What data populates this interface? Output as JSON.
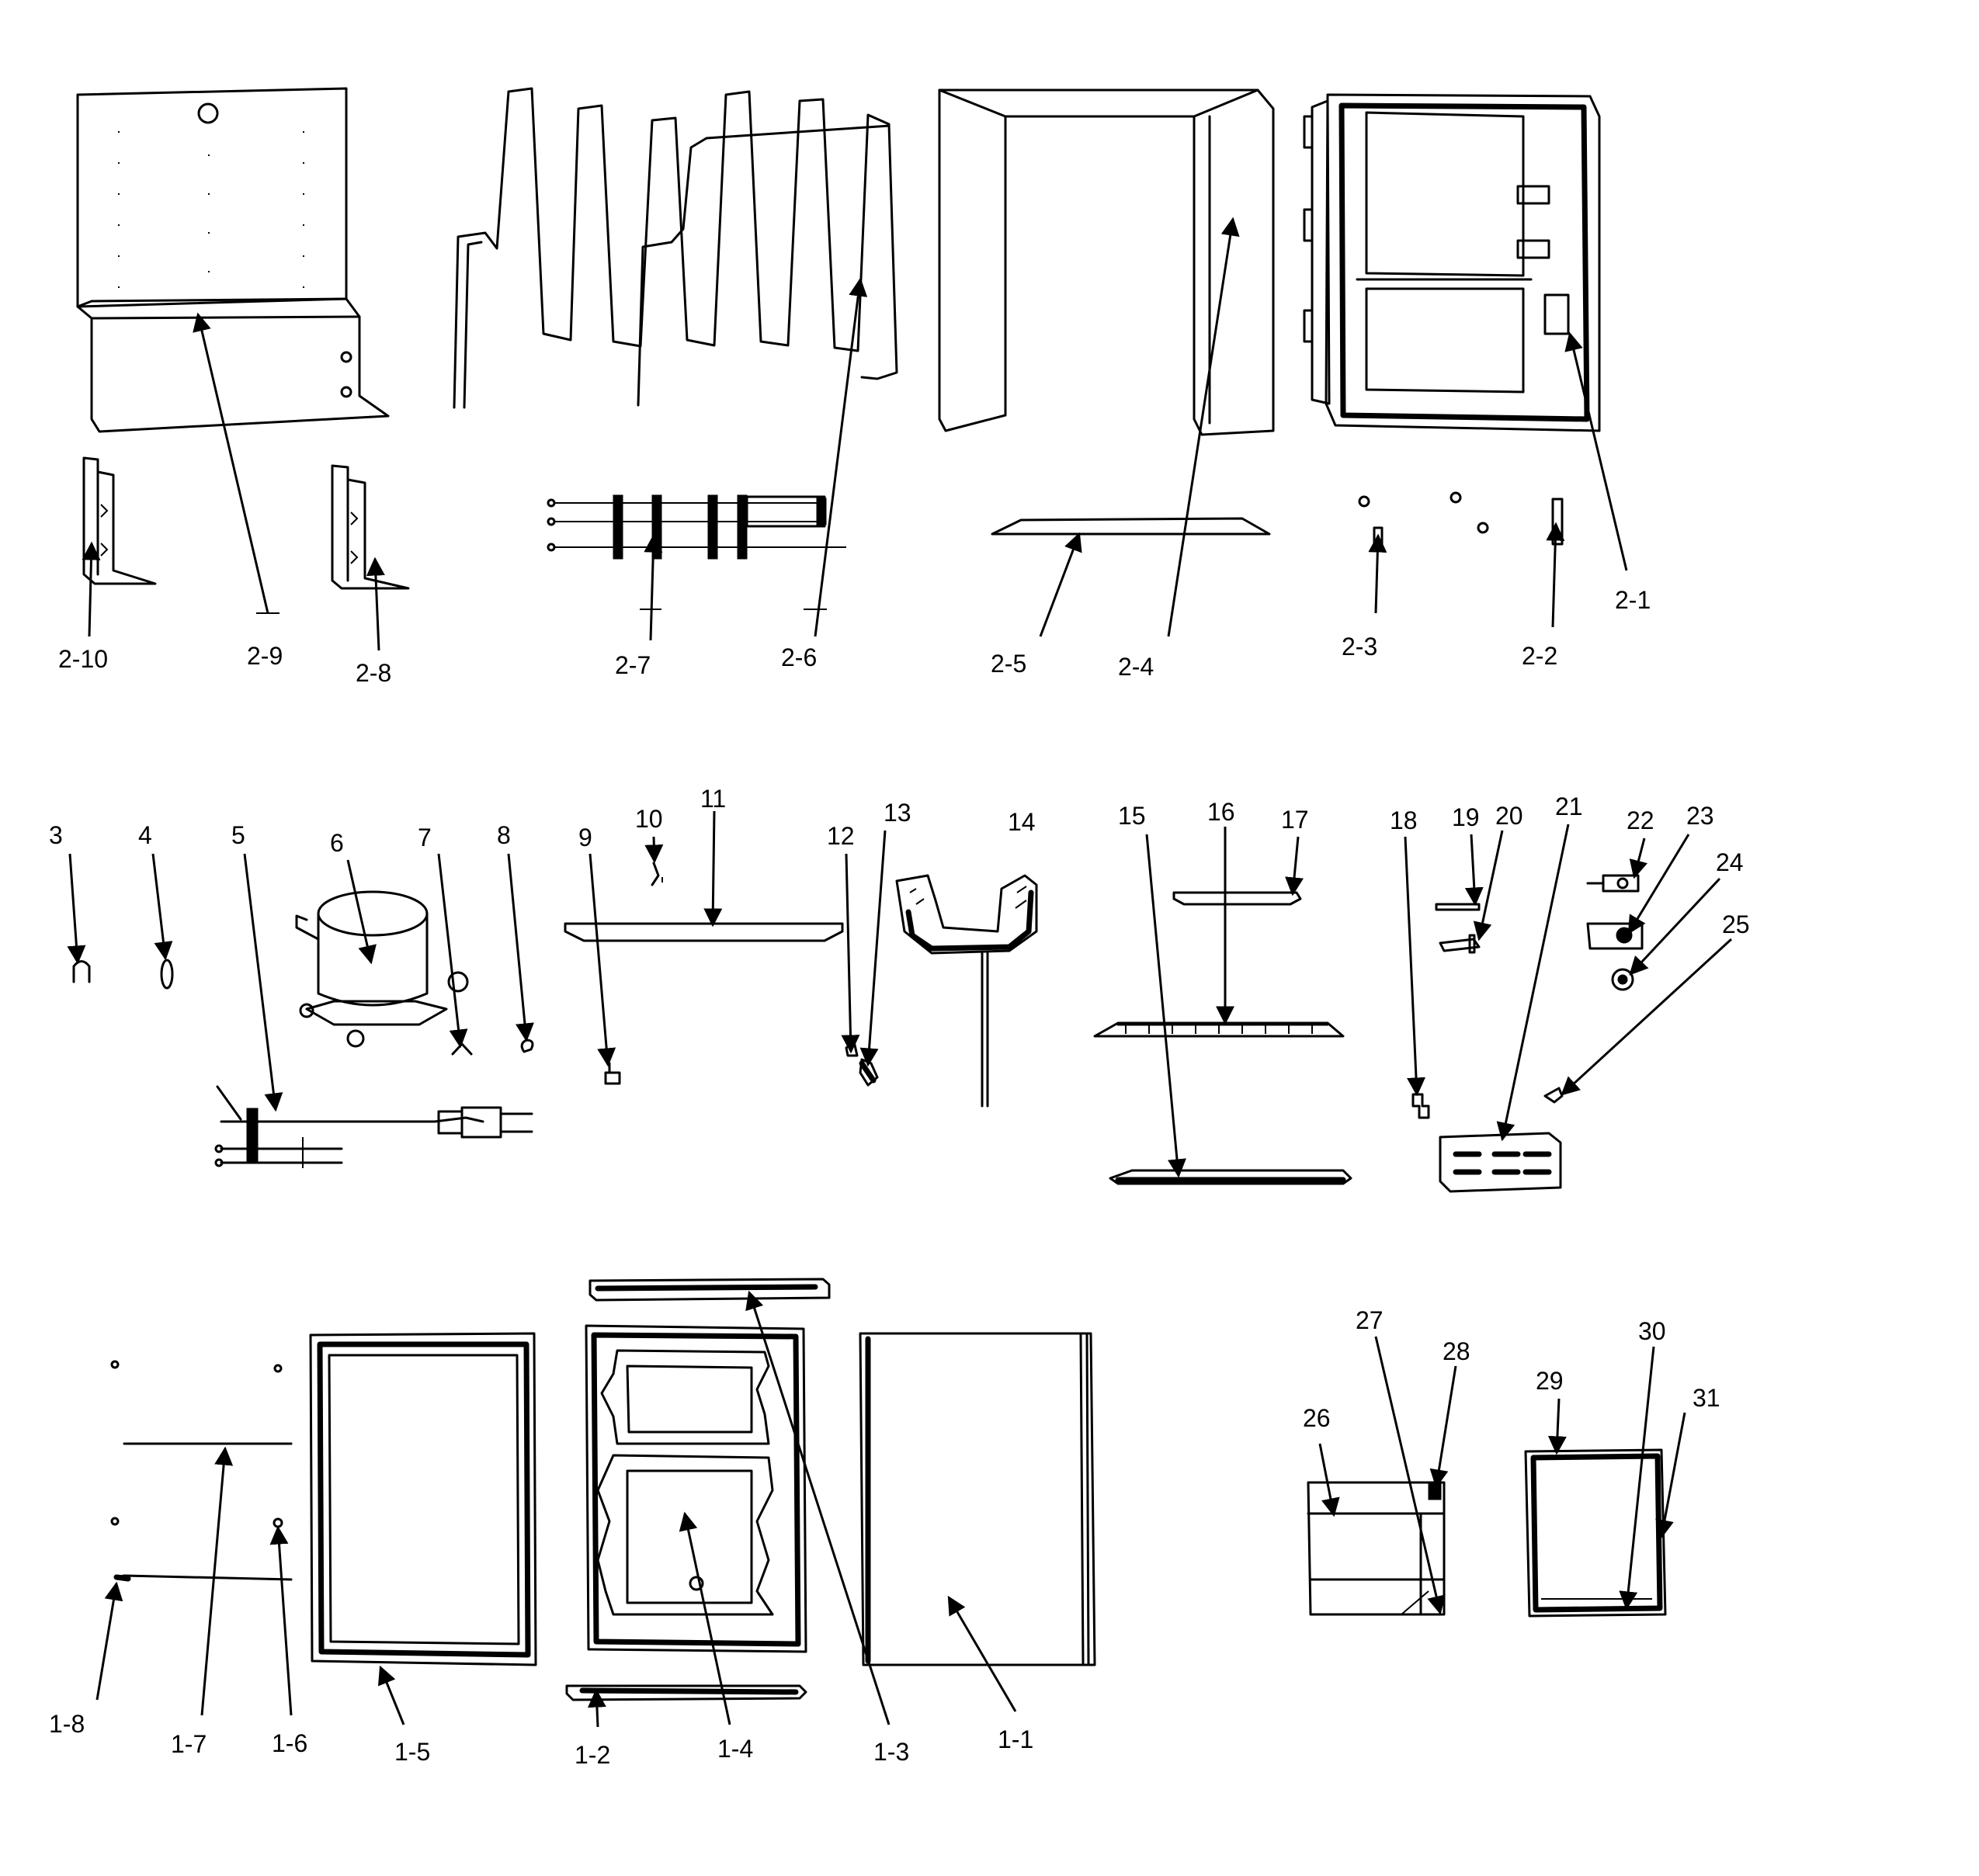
{
  "callouts": [
    {
      "id": "2-10",
      "text": "2-10"
    },
    {
      "id": "2-9",
      "text": "2-9"
    },
    {
      "id": "2-8",
      "text": "2-8"
    },
    {
      "id": "2-7",
      "text": "2-7"
    },
    {
      "id": "2-6",
      "text": "2-6"
    },
    {
      "id": "2-5",
      "text": "2-5"
    },
    {
      "id": "2-4",
      "text": "2-4"
    },
    {
      "id": "2-3",
      "text": "2-3"
    },
    {
      "id": "2-2",
      "text": "2-2"
    },
    {
      "id": "2-1",
      "text": "2-1"
    },
    {
      "id": "3",
      "text": "3"
    },
    {
      "id": "4",
      "text": "4"
    },
    {
      "id": "5",
      "text": "5"
    },
    {
      "id": "6",
      "text": "6"
    },
    {
      "id": "7",
      "text": "7"
    },
    {
      "id": "8",
      "text": "8"
    },
    {
      "id": "9",
      "text": "9"
    },
    {
      "id": "10",
      "text": "10"
    },
    {
      "id": "11",
      "text": "11"
    },
    {
      "id": "12",
      "text": "12"
    },
    {
      "id": "13",
      "text": "13"
    },
    {
      "id": "14",
      "text": "14"
    },
    {
      "id": "15",
      "text": "15"
    },
    {
      "id": "16",
      "text": "16"
    },
    {
      "id": "17",
      "text": "17"
    },
    {
      "id": "18",
      "text": "18"
    },
    {
      "id": "19",
      "text": "19"
    },
    {
      "id": "20",
      "text": "20"
    },
    {
      "id": "21",
      "text": "21"
    },
    {
      "id": "22",
      "text": "22"
    },
    {
      "id": "23",
      "text": "23"
    },
    {
      "id": "24",
      "text": "24"
    },
    {
      "id": "25",
      "text": "25"
    },
    {
      "id": "26",
      "text": "26"
    },
    {
      "id": "27",
      "text": "27"
    },
    {
      "id": "28",
      "text": "28"
    },
    {
      "id": "29",
      "text": "29"
    },
    {
      "id": "30",
      "text": "30"
    },
    {
      "id": "31",
      "text": "31"
    },
    {
      "id": "1-8",
      "text": "1-8"
    },
    {
      "id": "1-7",
      "text": "1-7"
    },
    {
      "id": "1-6",
      "text": "1-6"
    },
    {
      "id": "1-5",
      "text": "1-5"
    },
    {
      "id": "1-4",
      "text": "1-4"
    },
    {
      "id": "1-3",
      "text": "1-3"
    },
    {
      "id": "1-2",
      "text": "1-2"
    },
    {
      "id": "1-1",
      "text": "1-1"
    }
  ]
}
